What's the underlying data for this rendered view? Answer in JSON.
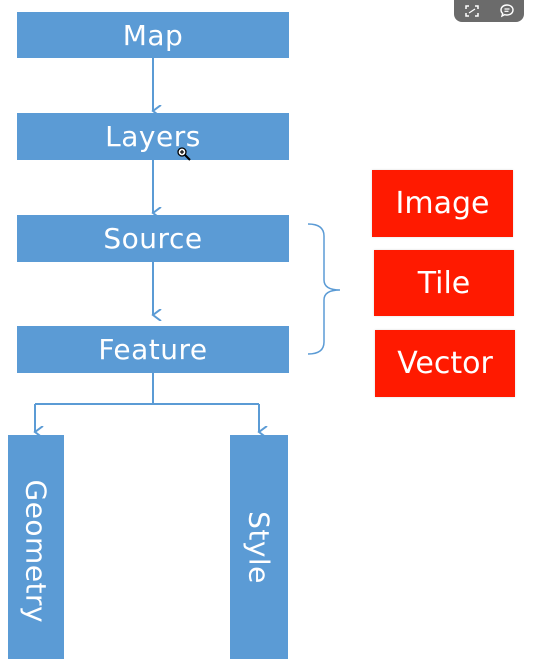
{
  "flow": {
    "map": "Map",
    "layers": "Layers",
    "source": "Source",
    "feature": "Feature",
    "geometry": "Geometry",
    "style": "Style"
  },
  "source_types": [
    "Image",
    "Tile",
    "Vector"
  ],
  "colors": {
    "box_blue": "#5b9bd5",
    "arrow_blue": "#5b9bd5",
    "box_red": "#ff1a00",
    "text": "#ffffff"
  },
  "toolbar": {
    "fullscreen_icon": "fullscreen-icon",
    "comment_icon": "comment-icon"
  }
}
